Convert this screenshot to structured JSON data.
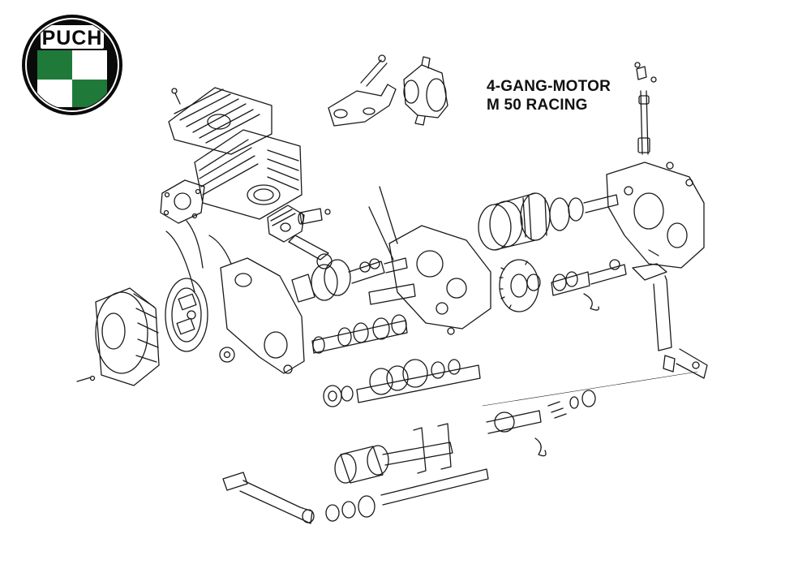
{
  "logo": {
    "brand": "PUCH",
    "colors": {
      "green": "#1f7a3a",
      "black": "#0a0a0a",
      "white": "#ffffff"
    }
  },
  "title": {
    "line1": "4-GANG-MOTOR",
    "line2": "M 50 RACING"
  },
  "colors": {
    "ink": "#1a1a1a",
    "paper": "#ffffff"
  }
}
